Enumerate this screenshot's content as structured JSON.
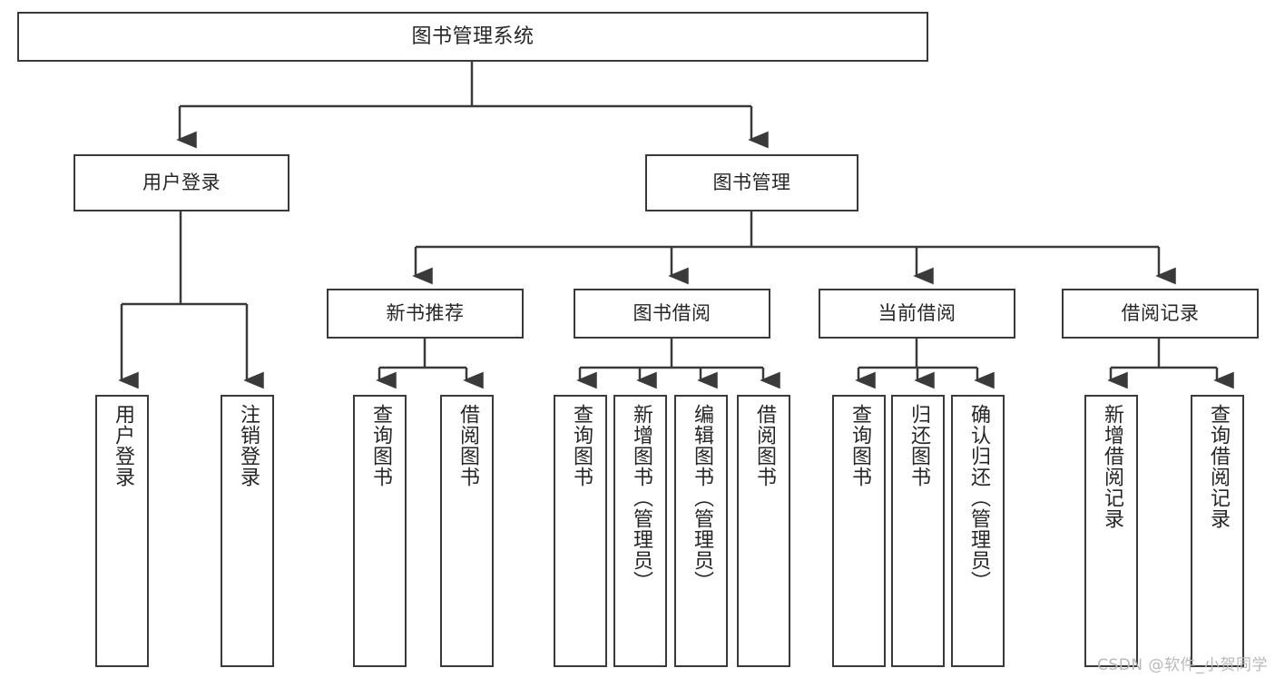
{
  "diagram": {
    "title": "图书管理系统",
    "type": "功能结构图",
    "colors": {
      "stroke": "#3a3a3a",
      "fill": "#ffffff",
      "text": "#262626",
      "watermark": "#b9b9b9"
    },
    "watermark": "CSDN @软件_小贺同学"
  },
  "nodes": {
    "root": {
      "label": "图书管理系统"
    },
    "level1": [
      {
        "id": "user-login",
        "label": "用户登录"
      },
      {
        "id": "book-manage",
        "label": "图书管理"
      }
    ],
    "level2": [
      {
        "id": "new-book-recommend",
        "label": "新书推荐"
      },
      {
        "id": "book-borrow",
        "label": "图书借阅"
      },
      {
        "id": "current-borrow",
        "label": "当前借阅"
      },
      {
        "id": "borrow-record",
        "label": "借阅记录"
      }
    ],
    "leaves": {
      "user_login": [
        {
          "id": "leaf-user-login",
          "label": "用户登录"
        },
        {
          "id": "leaf-logout-login",
          "label": "注销登录"
        }
      ],
      "new_book_recommend": [
        {
          "id": "leaf-query-book-1",
          "label": "查询图书"
        },
        {
          "id": "leaf-borrow-book-1",
          "label": "借阅图书"
        }
      ],
      "book_borrow": [
        {
          "id": "leaf-query-book-2",
          "label": "查询图书"
        },
        {
          "id": "leaf-add-book",
          "label": "新增图书（管理员）"
        },
        {
          "id": "leaf-edit-book",
          "label": "编辑图书（管理员）"
        },
        {
          "id": "leaf-borrow-book-2",
          "label": "借阅图书"
        }
      ],
      "current_borrow": [
        {
          "id": "leaf-query-book-3",
          "label": "查询图书"
        },
        {
          "id": "leaf-return-book",
          "label": "归还图书"
        },
        {
          "id": "leaf-confirm-return",
          "label": "确认归还（管理员）"
        }
      ],
      "borrow_record": [
        {
          "id": "leaf-add-record",
          "label": "新增借阅记录"
        },
        {
          "id": "leaf-query-record",
          "label": "查询借阅记录"
        }
      ]
    }
  }
}
